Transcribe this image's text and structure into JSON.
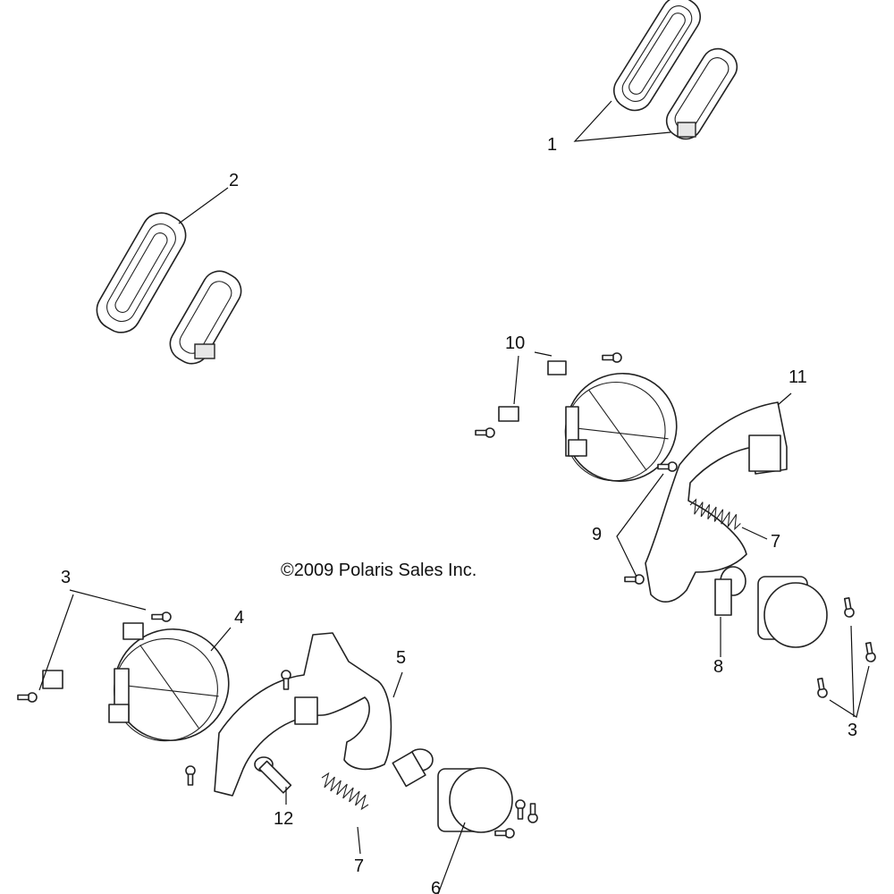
{
  "diagram": {
    "copyright": "©2009 Polaris Sales Inc.",
    "callouts": {
      "c1": "1",
      "c2": "2",
      "c3a": "3",
      "c3b": "3",
      "c4": "4",
      "c5": "5",
      "c6": "6",
      "c7a": "7",
      "c7b": "7",
      "c8": "8",
      "c9": "9",
      "c10": "10",
      "c11": "11",
      "c12": "12"
    }
  }
}
